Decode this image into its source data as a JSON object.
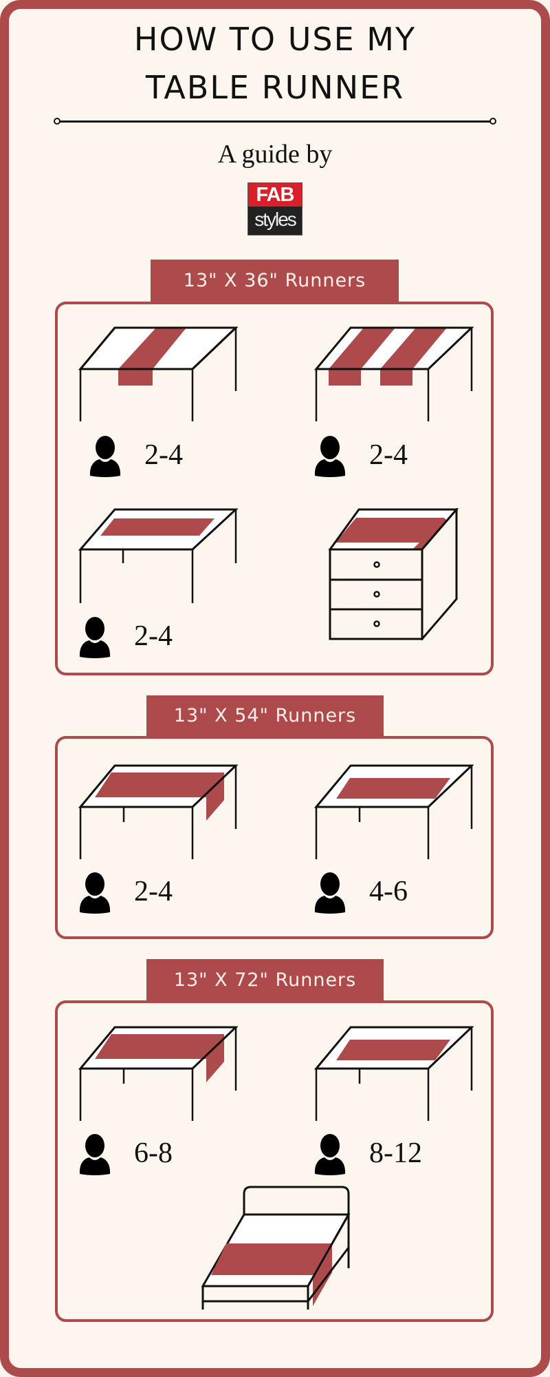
{
  "header": {
    "title_line1": "HOW TO USE MY",
    "title_line2": "TABLE RUNNER",
    "subtitle": "A guide by",
    "logo": {
      "top": "FAB",
      "bottom": "styles"
    }
  },
  "colors": {
    "accent": "#ad4a4c",
    "background": "#fdf6ee",
    "line": "#111111"
  },
  "sections": [
    {
      "label": "13\" X 36\" Runners",
      "items": [
        {
          "illustration": "table-two-crosswise-runner",
          "guests": "2-4"
        },
        {
          "illustration": "table-double-crosswise-runners",
          "guests": "2-4"
        },
        {
          "illustration": "table-centered-runner",
          "guests": "2-4"
        },
        {
          "illustration": "dresser-draped-runner",
          "guests": null
        }
      ]
    },
    {
      "label": "13\" X 54\" Runners",
      "items": [
        {
          "illustration": "table-lengthwise-draped-runner",
          "guests": "2-4"
        },
        {
          "illustration": "table-centered-runner",
          "guests": "4-6"
        }
      ]
    },
    {
      "label": "13\" X 72\" Runners",
      "items": [
        {
          "illustration": "table-lengthwise-draped-runner",
          "guests": "6-8"
        },
        {
          "illustration": "table-centered-runner",
          "guests": "8-12"
        },
        {
          "illustration": "bed-foot-runner",
          "guests": null
        }
      ]
    }
  ],
  "icons": {
    "guests": "person-icon"
  }
}
